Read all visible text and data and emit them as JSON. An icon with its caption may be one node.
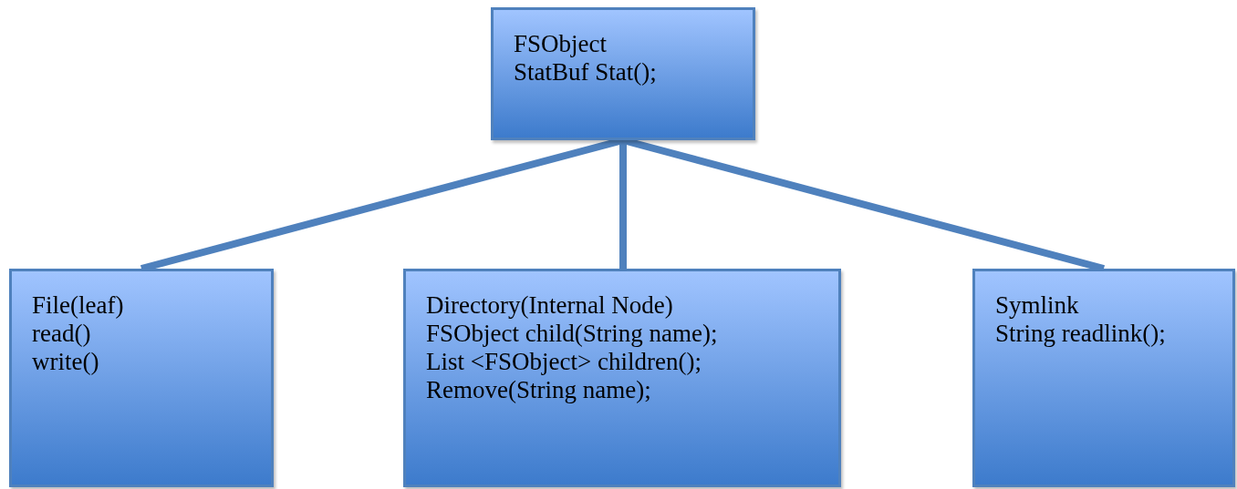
{
  "diagram": {
    "nodes": [
      {
        "text": [
          "FSObject",
          "StatBuf Stat();"
        ]
      },
      {
        "text": [
          "File(leaf)",
          "read()",
          "write()"
        ]
      },
      {
        "text": [
          "Directory(Internal Node)",
          "FSObject child(String name);",
          "List <FSObject> children();",
          "Remove(String name);"
        ]
      },
      {
        "text": [
          "Symlink",
          "String readlink();"
        ]
      }
    ],
    "edges": [
      {
        "from": 0,
        "to": 1,
        "arrow": "none"
      },
      {
        "from": 0,
        "to": 2,
        "arrow": "none"
      },
      {
        "from": 0,
        "to": 3,
        "arrow": "none"
      }
    ]
  }
}
